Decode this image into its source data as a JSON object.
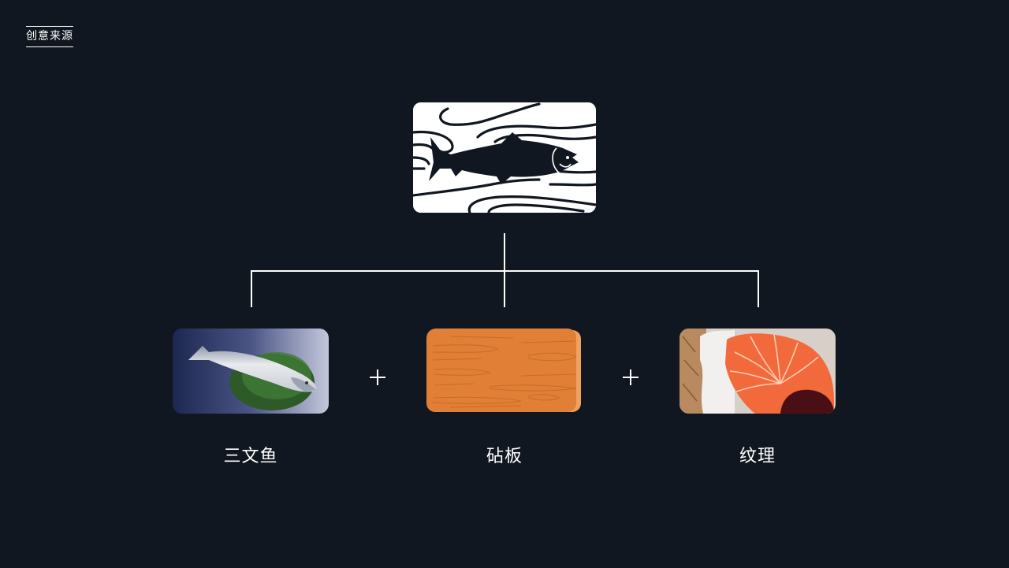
{
  "header": {
    "section_tag": "创意来源"
  },
  "logo": {
    "icon": "salmon-on-cutting-board-logo",
    "background": "#ffffff",
    "foreground": "#111720"
  },
  "sources": [
    {
      "label": "三文鱼",
      "image": "whole-salmon-photo"
    },
    {
      "label": "砧板",
      "image": "wooden-cutting-board-illustration",
      "color": "#E07F35"
    },
    {
      "label": "纹理",
      "image": "salmon-steak-texture-photo",
      "color": "#F26A3C"
    }
  ],
  "operators": [
    "+",
    "+"
  ],
  "colors": {
    "background": "#111720",
    "lines": "#ffffff"
  }
}
